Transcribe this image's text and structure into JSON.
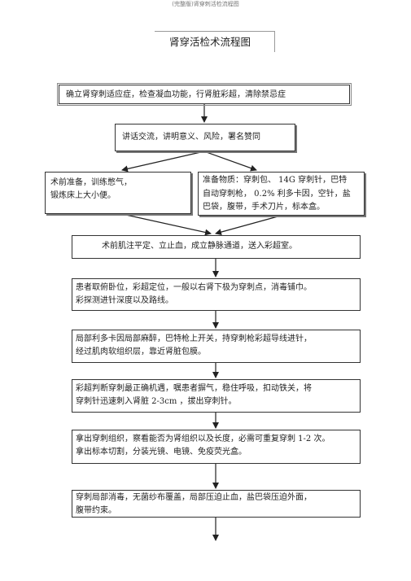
{
  "page_header": "(完整版)肾穿刺活检流程图",
  "title": "肾穿活检术流程图",
  "steps": {
    "s1": [
      "确立肾穿刺适应症，检查凝血功能，行肾脏彩超，清除禁忌症"
    ],
    "s2": [
      "讲话交流，讲明意义、风险，署名赞同"
    ],
    "s3a": [
      "术前准备，训练憋气，",
      "锻炼床上大小便。"
    ],
    "s3b": [
      "准备物质：穿刺包、 14G 穿刺针，巴特",
      "自动穿刺枪， 0.2% 利多卡因，空针，盐",
      "巴袋，腹带，手术刀片，标本盒。"
    ],
    "s4": [
      "术前肌注平定、立止血，成立静脉通道，送入彩超室。"
    ],
    "s5": [
      "患者取俯卧位，彩超定位，一般以右肾下极为穿刺点，消毒铺巾。",
      "彩探测进针深度以及路线。"
    ],
    "s6": [
      "局部利多卡因局部麻醉，巴特枪上开关，持穿刺枪彩超导线进针，",
      "经过肌肉软组织层，靠近肾脏包膜。"
    ],
    "s7": [
      "彩超判断穿刺最正确机遇，嘱患者摒气，稳住呼吸，扣动铁关，将",
      "穿刺针迅速刺入肾脏 2-3cm ，拔出穿刺针。"
    ],
    "s8": [
      "拿出穿刺组织，察看能否为肾组织以及长度，必需可重复穿刺 1-2 次。",
      "拿出标本切割，分装光镜、电镜、免疫荧光盒。"
    ],
    "s9": [
      "穿刺局部消毒，无菌纱布覆盖，局部压迫止血，盐巴袋压迫外面，",
      "腹带约束。"
    ]
  }
}
